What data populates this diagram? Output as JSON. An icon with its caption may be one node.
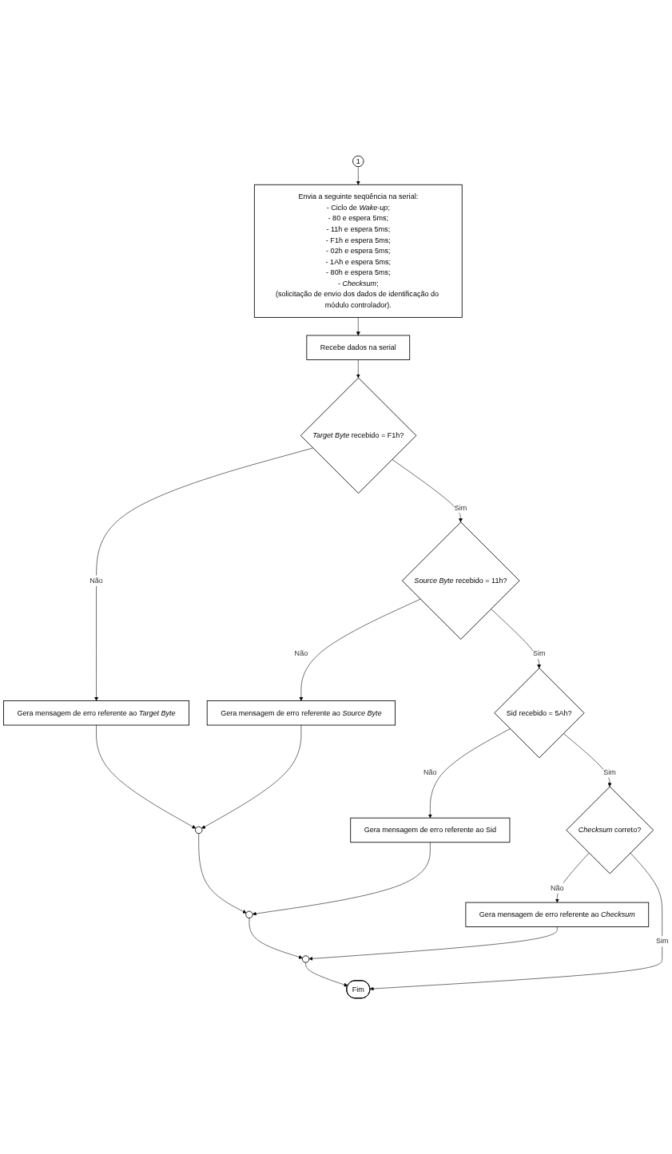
{
  "diagram": {
    "nodes": [
      {
        "text": [
          "1"
        ]
      },
      {
        "text": [
          "Envia a seguinte seqüência na serial:",
          "- Ciclo de *Wake-up*;",
          "- 80 e espera 5ms;",
          "- 11h e espera 5ms;",
          "- F1h e espera 5ms;",
          "- 02h e espera 5ms;",
          "- 1Ah e espera 5ms;",
          "- 80h e espera 5ms;",
          "- *Checksum*;",
          "(solicitação de envio dos dados de identificação do módulo controlador)."
        ]
      },
      {
        "text": [
          "Recebe dados na serial"
        ]
      },
      {
        "text": [
          "*Target Byte* recebido = F1h?"
        ]
      },
      {
        "text": [
          "Gera mensagem de erro referente ao *Target Byte*"
        ]
      },
      {
        "text": [
          "*Source Byte* recebido = 11h?"
        ]
      },
      {
        "text": [
          "Gera mensagem de erro referente ao *Source Byte*"
        ]
      },
      {
        "text": [],
        "shape": "circle"
      },
      {
        "text": [
          "Sid recebido = 5Ah?"
        ]
      },
      {
        "text": [
          "Gera mensagem de erro referente ao Sid"
        ]
      },
      {
        "text": [],
        "shape": "circle"
      },
      {
        "text": [
          "*Checksum* correto?"
        ]
      },
      {
        "text": [
          "Gera mensagem de erro referente ao *Checksum*"
        ]
      },
      {
        "text": [],
        "shape": "circle"
      },
      {
        "text": [
          "Fim"
        ]
      }
    ],
    "edges": [
      {
        "from": 0,
        "to": 1,
        "arrow": "to"
      },
      {
        "from": 1,
        "to": 2,
        "arrow": "to"
      },
      {
        "from": 2,
        "to": 3,
        "arrow": "to"
      },
      {
        "from": 3,
        "to": 4,
        "label": "Não",
        "arrow": "to"
      },
      {
        "from": 3,
        "to": 5,
        "label": "Sim",
        "arrow": "to"
      },
      {
        "from": 4,
        "to": 7,
        "arrow": "to"
      },
      {
        "from": 5,
        "to": 6,
        "label": "Não",
        "arrow": "to"
      },
      {
        "from": 6,
        "to": 7,
        "arrow": "to"
      },
      {
        "from": 5,
        "to": 8,
        "label": "Sim",
        "arrow": "to"
      },
      {
        "from": 7,
        "to": 10,
        "arrow": "to"
      },
      {
        "from": 8,
        "to": 9,
        "label": "Não",
        "arrow": "to"
      },
      {
        "from": 9,
        "to": 10,
        "arrow": "to"
      },
      {
        "from": 8,
        "to": 11,
        "label": "Sim",
        "arrow": "to"
      },
      {
        "from": 10,
        "to": 13,
        "arrow": "to"
      },
      {
        "from": 11,
        "to": 12,
        "label": "Não",
        "arrow": "to"
      },
      {
        "from": 12,
        "to": 13,
        "arrow": "to"
      },
      {
        "from": 11,
        "to": 14,
        "label": "Sim",
        "arrow": "to"
      },
      {
        "from": 13,
        "to": 14,
        "arrow": "to"
      }
    ]
  }
}
